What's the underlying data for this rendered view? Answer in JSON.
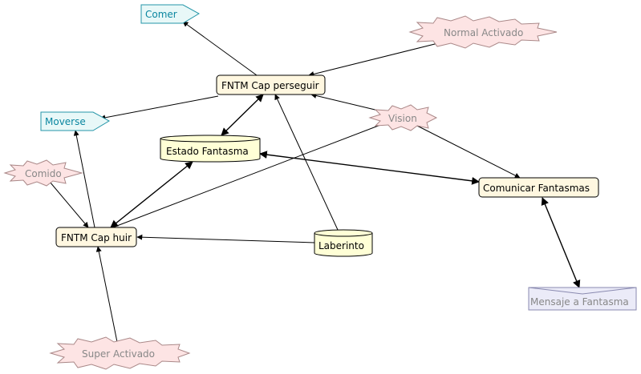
{
  "colors": {
    "activity_fill": "#fff7e0",
    "data_fill": "#ffffd6",
    "event_fill": "#fde4e4",
    "event_stroke": "#aa8888",
    "output_fill": "#e8f8f8",
    "output_stroke": "#2596a8",
    "message_fill": "#ebebf8",
    "message_stroke": "#8a8ab0",
    "edge": "#000000"
  },
  "nodes": {
    "comer": "Comer",
    "normal_activado": "Normal Activado",
    "fntm_cap_perseguir": "FNTM Cap perseguir",
    "moverse": "Moverse",
    "vision": "Vision",
    "estado_fantasma": "Estado Fantasma",
    "comido": "Comido",
    "comunicar_fantasmas": "Comunicar Fantasmas",
    "fntm_cap_huir": "FNTM Cap huir",
    "laberinto": "Laberinto",
    "mensaje_a_fantasma": "Mensaje a Fantasma",
    "super_activado": "Super Activado"
  },
  "edges": [
    {
      "from": "fntm_cap_perseguir",
      "to": "comer",
      "arrow": "end"
    },
    {
      "from": "normal_activado",
      "to": "fntm_cap_perseguir",
      "arrow": "end"
    },
    {
      "from": "fntm_cap_perseguir",
      "to": "moverse",
      "arrow": "end"
    },
    {
      "from": "vision",
      "to": "fntm_cap_perseguir",
      "arrow": "end"
    },
    {
      "from": "fntm_cap_perseguir",
      "to": "estado_fantasma",
      "arrow": "both"
    },
    {
      "from": "laberinto",
      "to": "fntm_cap_perseguir",
      "arrow": "end"
    },
    {
      "from": "vision",
      "to": "fntm_cap_huir",
      "arrow": "end"
    },
    {
      "from": "vision",
      "to": "comunicar_fantasmas",
      "arrow": "end"
    },
    {
      "from": "estado_fantasma",
      "to": "comunicar_fantasmas",
      "arrow": "both"
    },
    {
      "from": "estado_fantasma",
      "to": "fntm_cap_huir",
      "arrow": "both"
    },
    {
      "from": "comido",
      "to": "fntm_cap_huir",
      "arrow": "end"
    },
    {
      "from": "fntm_cap_huir",
      "to": "moverse",
      "arrow": "end"
    },
    {
      "from": "laberinto",
      "to": "fntm_cap_huir",
      "arrow": "end"
    },
    {
      "from": "super_activado",
      "to": "fntm_cap_huir",
      "arrow": "end"
    },
    {
      "from": "comunicar_fantasmas",
      "to": "mensaje_a_fantasma",
      "arrow": "both"
    }
  ]
}
